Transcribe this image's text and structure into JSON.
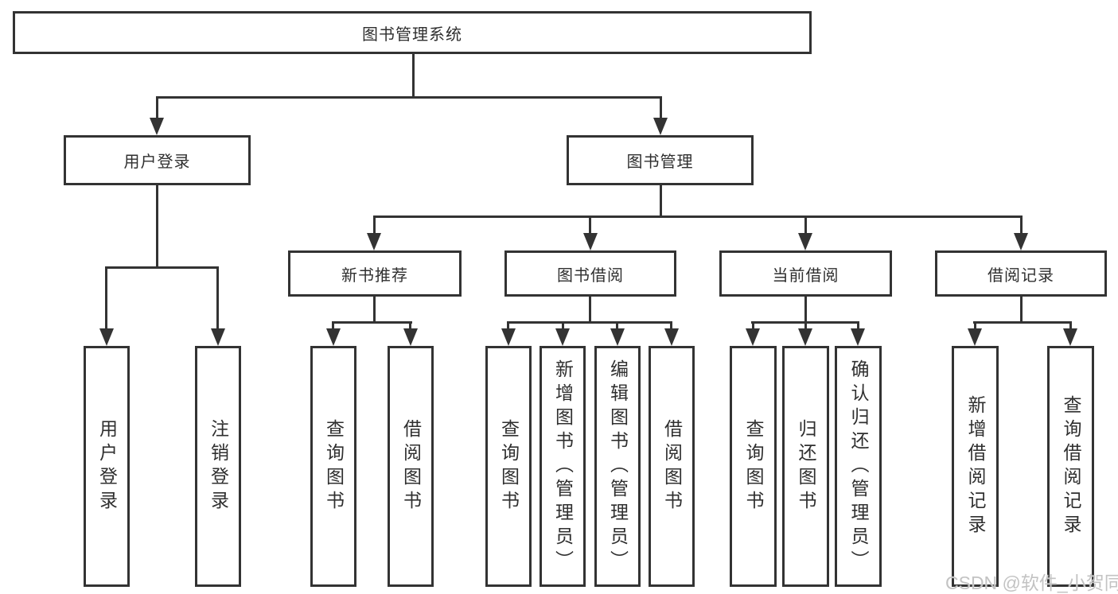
{
  "colors": {
    "line": "#333333",
    "text": "#2f2f2f",
    "watermark": "#c3c3c3",
    "background": "#ffffff"
  },
  "watermark": "CSDN @软件_小贺同学",
  "diagram": {
    "type": "tree",
    "root": {
      "label": "图书管理系统"
    },
    "branches": [
      {
        "label": "用户登录",
        "children": [
          {
            "label": "用户登录"
          },
          {
            "label": "注销登录"
          }
        ]
      },
      {
        "label": "图书管理",
        "children": [
          {
            "label": "新书推荐",
            "children": [
              {
                "label": "查询图书"
              },
              {
                "label": "借阅图书"
              }
            ]
          },
          {
            "label": "图书借阅",
            "children": [
              {
                "label": "查询图书"
              },
              {
                "label": "新增图书（管理员）"
              },
              {
                "label": "编辑图书（管理员）"
              },
              {
                "label": "借阅图书"
              }
            ]
          },
          {
            "label": "当前借阅",
            "children": [
              {
                "label": "查询图书"
              },
              {
                "label": "归还图书"
              },
              {
                "label": "确认归还（管理员）"
              }
            ]
          },
          {
            "label": "借阅记录",
            "children": [
              {
                "label": "新增借阅记录"
              },
              {
                "label": "查询借阅记录"
              }
            ]
          }
        ]
      }
    ]
  }
}
